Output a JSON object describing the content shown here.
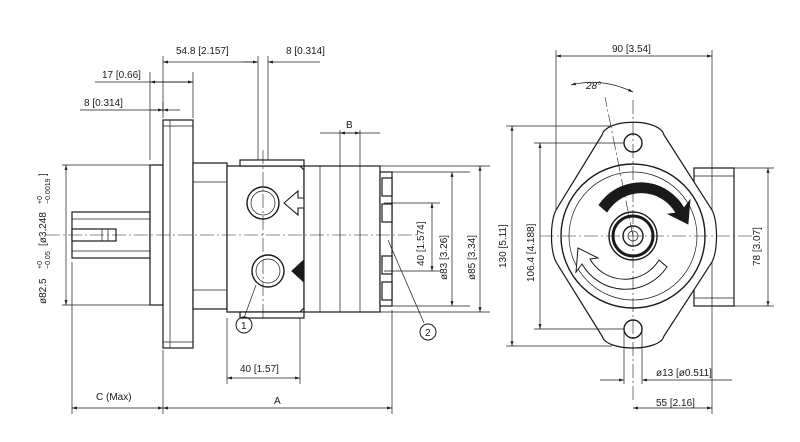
{
  "side_view": {
    "dim_54_8": "54.8 [2.157]",
    "dim_8_top": "8 [0.314]",
    "dim_17": "17 [0.66]",
    "dim_8_left": "8 [0.314]",
    "dim_B": "B",
    "dim_82_5": "ø82.5",
    "dim_82_5_tol_upper": "+0",
    "dim_82_5_tol_lower": "−0.05",
    "dim_3_248": "[ø3.248",
    "dim_3_248_tol_upper": "+0",
    "dim_3_248_tol_lower": "−0.0019",
    "dim_3_248_close": "]",
    "dim_40_vert": "40 [1.574]",
    "dim_83": "ø83 [3.26]",
    "dim_85": "ø85 [3.34]",
    "dim_40_horiz": "40 [1.57]",
    "dim_C": "C (Max)",
    "dim_A": "A",
    "callout_1": "1",
    "callout_2": "2"
  },
  "front_view": {
    "dim_90": "90 [3.54]",
    "dim_angle": "28°",
    "dim_130": "130 [5.11]",
    "dim_106_4": "106.4 [4.188]",
    "dim_78": "78 [3.07]",
    "dim_13": "ø13 [ø0.511]",
    "dim_55": "55 [2.16]"
  }
}
